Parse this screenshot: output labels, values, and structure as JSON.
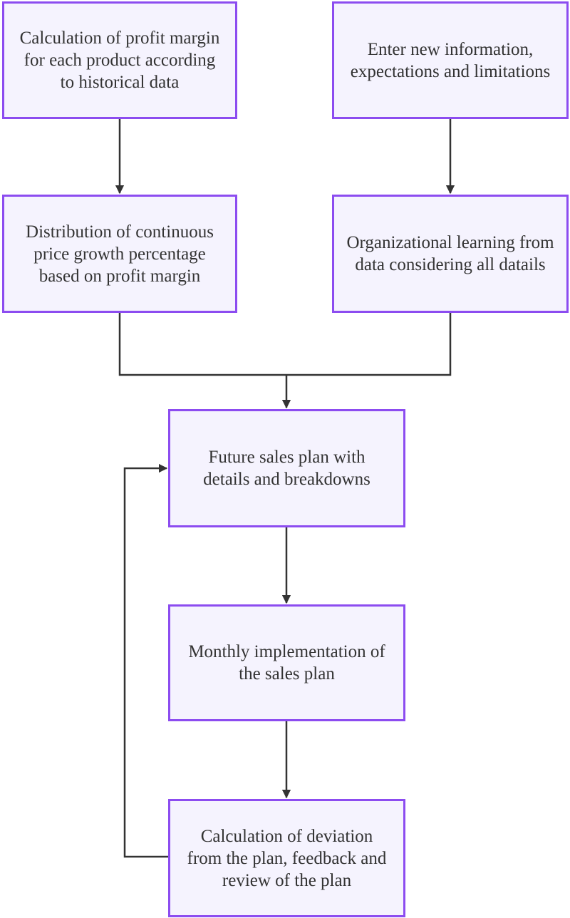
{
  "diagram": {
    "colors": {
      "box_fill": "#f5f3fe",
      "box_border": "#8c4cf0",
      "connector": "#333333",
      "text": "#333333"
    },
    "nodes": {
      "profit_margin": "Calculation of profit margin\nfor each product according\nto historical data",
      "new_info": "Enter new information,\nexpectations and limitations",
      "price_growth": "Distribution of continuous\nprice growth percentage\nbased on profit margin",
      "org_learning": "Organizational learning from\ndata considering all datails",
      "sales_plan": "Future sales plan with\ndetails and breakdowns",
      "monthly": "Monthly implementation of\nthe sales plan",
      "deviation": "Calculation of deviation\nfrom the plan, feedback and\nreview of the plan"
    },
    "edges": [
      {
        "from": "profit_margin",
        "to": "price_growth"
      },
      {
        "from": "new_info",
        "to": "org_learning"
      },
      {
        "from": "price_growth",
        "to": "sales_plan"
      },
      {
        "from": "org_learning",
        "to": "sales_plan"
      },
      {
        "from": "sales_plan",
        "to": "monthly"
      },
      {
        "from": "monthly",
        "to": "deviation"
      },
      {
        "from": "deviation",
        "to": "sales_plan",
        "type": "feedback-loop"
      }
    ]
  }
}
